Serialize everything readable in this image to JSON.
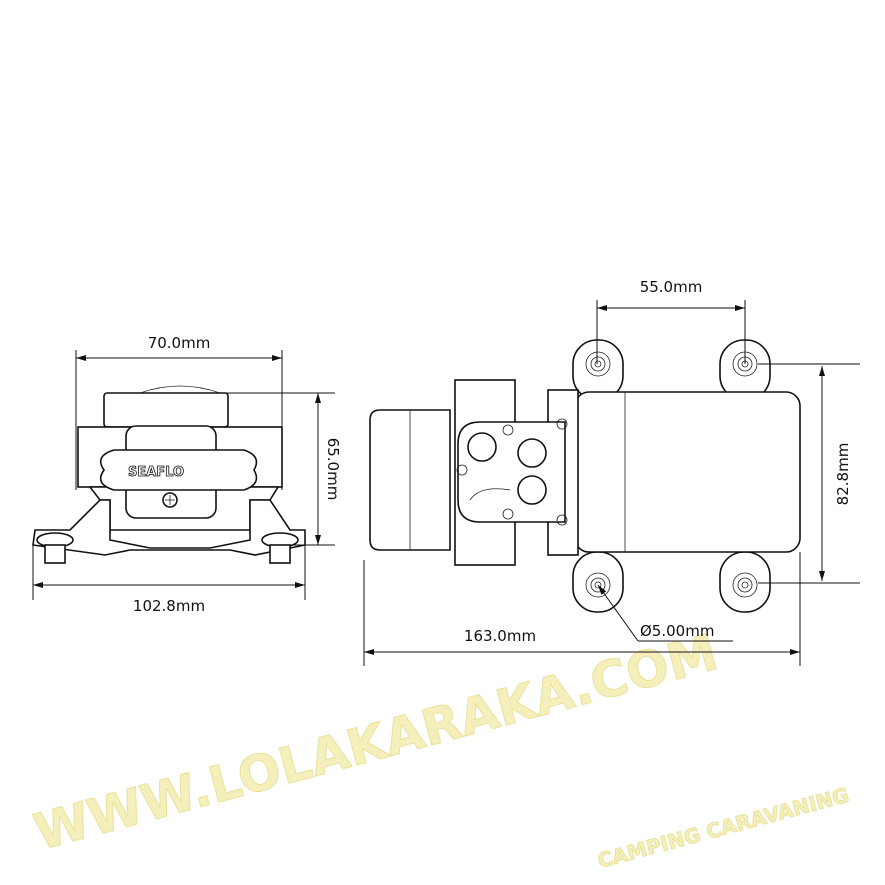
{
  "dimensions": {
    "front_width": "70.0mm",
    "front_height": "65.0mm",
    "base_width": "102.8mm",
    "mount_hole_spacing": "55.0mm",
    "mount_depth": "82.8mm",
    "overall_length": "163.0mm",
    "hole_diameter": "Ø5.00mm"
  },
  "brand_label": "SEAFLO",
  "watermark": {
    "main": "WWW.LOLAKARAKA.COM",
    "sub": "CAMPING CARAVANING"
  }
}
